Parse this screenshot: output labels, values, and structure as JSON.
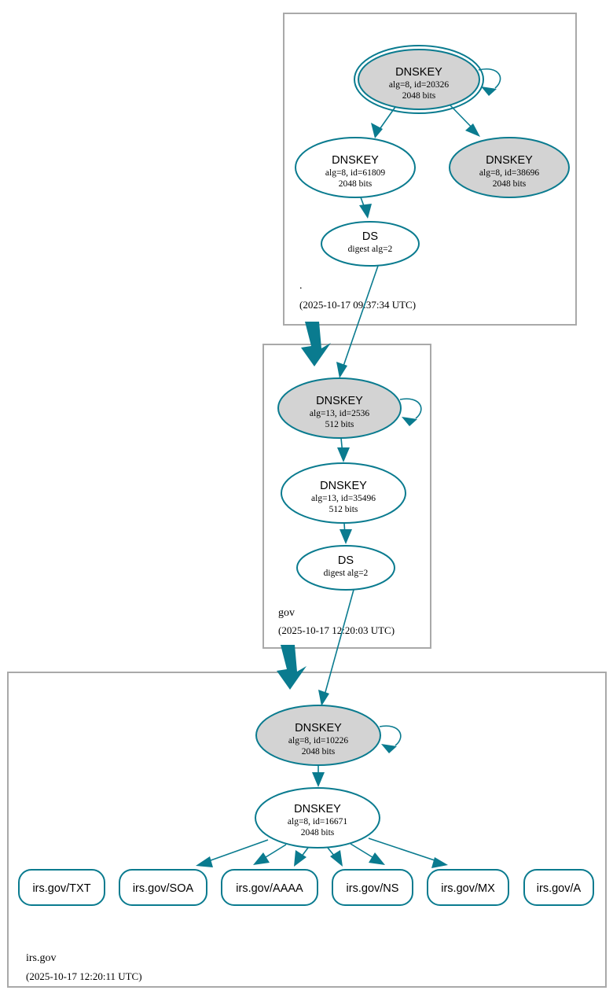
{
  "diagram": {
    "title": "DNSSEC authentication chain for irs.gov",
    "accent_color": "#0a7b8f",
    "secure_fill": "#d3d3d3",
    "cluster_border": "#a9a9a9",
    "background": "#ffffff"
  },
  "zones": [
    {
      "id": "root",
      "label": ".",
      "timestamp": "(2025-10-17 09:37:34 UTC)",
      "nodes": [
        {
          "id": "root-ksk",
          "type": "DNSKEY",
          "title": "DNSKEY",
          "detail1": "alg=8, id=20326",
          "detail2": "2048 bits",
          "alg": 8,
          "key_id": 20326,
          "bits": 2048,
          "role": "trust-anchor-ksk",
          "fill": "gray",
          "double_border": true,
          "self_signed": true
        },
        {
          "id": "root-zsk",
          "type": "DNSKEY",
          "title": "DNSKEY",
          "detail1": "alg=8, id=61809",
          "detail2": "2048 bits",
          "alg": 8,
          "key_id": 61809,
          "bits": 2048,
          "role": "zsk",
          "fill": "white",
          "double_border": false,
          "self_signed": false
        },
        {
          "id": "root-key-38696",
          "type": "DNSKEY",
          "title": "DNSKEY",
          "detail1": "alg=8, id=38696",
          "detail2": "2048 bits",
          "alg": 8,
          "key_id": 38696,
          "bits": 2048,
          "role": "ksk",
          "fill": "gray",
          "double_border": false,
          "self_signed": false
        },
        {
          "id": "root-ds",
          "type": "DS",
          "title": "DS",
          "detail1": "digest alg=2",
          "detail2": "",
          "role": "ds",
          "fill": "white",
          "double_border": false,
          "self_signed": false
        }
      ]
    },
    {
      "id": "gov",
      "label": "gov",
      "timestamp": "(2025-10-17 12:20:03 UTC)",
      "nodes": [
        {
          "id": "gov-ksk",
          "type": "DNSKEY",
          "title": "DNSKEY",
          "detail1": "alg=13, id=2536",
          "detail2": "512 bits",
          "alg": 13,
          "key_id": 2536,
          "bits": 512,
          "role": "ksk",
          "fill": "gray",
          "double_border": false,
          "self_signed": true
        },
        {
          "id": "gov-zsk",
          "type": "DNSKEY",
          "title": "DNSKEY",
          "detail1": "alg=13, id=35496",
          "detail2": "512 bits",
          "alg": 13,
          "key_id": 35496,
          "bits": 512,
          "role": "zsk",
          "fill": "white",
          "double_border": false,
          "self_signed": false
        },
        {
          "id": "gov-ds",
          "type": "DS",
          "title": "DS",
          "detail1": "digest alg=2",
          "detail2": "",
          "role": "ds",
          "fill": "white",
          "double_border": false,
          "self_signed": false
        }
      ]
    },
    {
      "id": "irsgov",
      "label": "irs.gov",
      "timestamp": "(2025-10-17 12:20:11 UTC)",
      "nodes": [
        {
          "id": "irsgov-ksk",
          "type": "DNSKEY",
          "title": "DNSKEY",
          "detail1": "alg=8, id=10226",
          "detail2": "2048 bits",
          "alg": 8,
          "key_id": 10226,
          "bits": 2048,
          "role": "ksk",
          "fill": "gray",
          "double_border": false,
          "self_signed": true
        },
        {
          "id": "irsgov-zsk",
          "type": "DNSKEY",
          "title": "DNSKEY",
          "detail1": "alg=8, id=16671",
          "detail2": "2048 bits",
          "alg": 8,
          "key_id": 16671,
          "bits": 2048,
          "role": "zsk",
          "fill": "white",
          "double_border": false,
          "self_signed": false
        }
      ],
      "rrsets": [
        {
          "id": "rrset-txt",
          "label": "irs.gov/TXT"
        },
        {
          "id": "rrset-soa",
          "label": "irs.gov/SOA"
        },
        {
          "id": "rrset-aaaa",
          "label": "irs.gov/AAAA"
        },
        {
          "id": "rrset-ns",
          "label": "irs.gov/NS"
        },
        {
          "id": "rrset-mx",
          "label": "irs.gov/MX"
        },
        {
          "id": "rrset-a",
          "label": "irs.gov/A"
        }
      ]
    }
  ]
}
